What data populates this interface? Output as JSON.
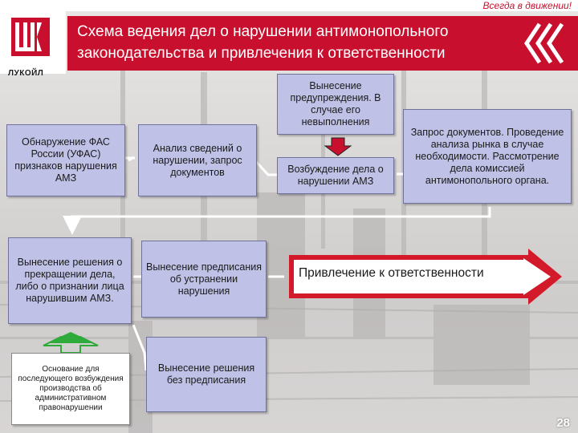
{
  "header": {
    "slogan": "Всегда в движении!",
    "logo_text": "ЛУКОЙЛ",
    "title": "Схема ведения дел о нарушении антимонопольного законодательства и привлечения к ответственности"
  },
  "boxes": {
    "detection": "Обнаружение ФАС России (УФАС) признаков нарушения АМЗ",
    "analysis": "Анализ сведений о нарушении, запрос документов",
    "warning": "Вынесение предупреждения. В случае его невыполнения",
    "initiation": "Возбуждение дела о нарушении АМЗ",
    "request": "Запрос документов. Проведение анализа рынка в случае необходимости. Рассмотрение дела комиссией антимонопольного органа.",
    "decision": "Вынесение решения о прекращении дела, либо о признании лица нарушившим АМЗ.",
    "basis": "Основание для последующего возбуждения производства об административном правонарушении",
    "order": "Вынесение предписания об устранении нарушения",
    "no_order": "Вынесение решения без предписания",
    "liability": "Привлечение к ответственности"
  },
  "page_number": "28",
  "colors": {
    "brand_red": "#c8102e",
    "box_fill": "#bfc2e6",
    "arrow_green": "#2eab3a"
  }
}
